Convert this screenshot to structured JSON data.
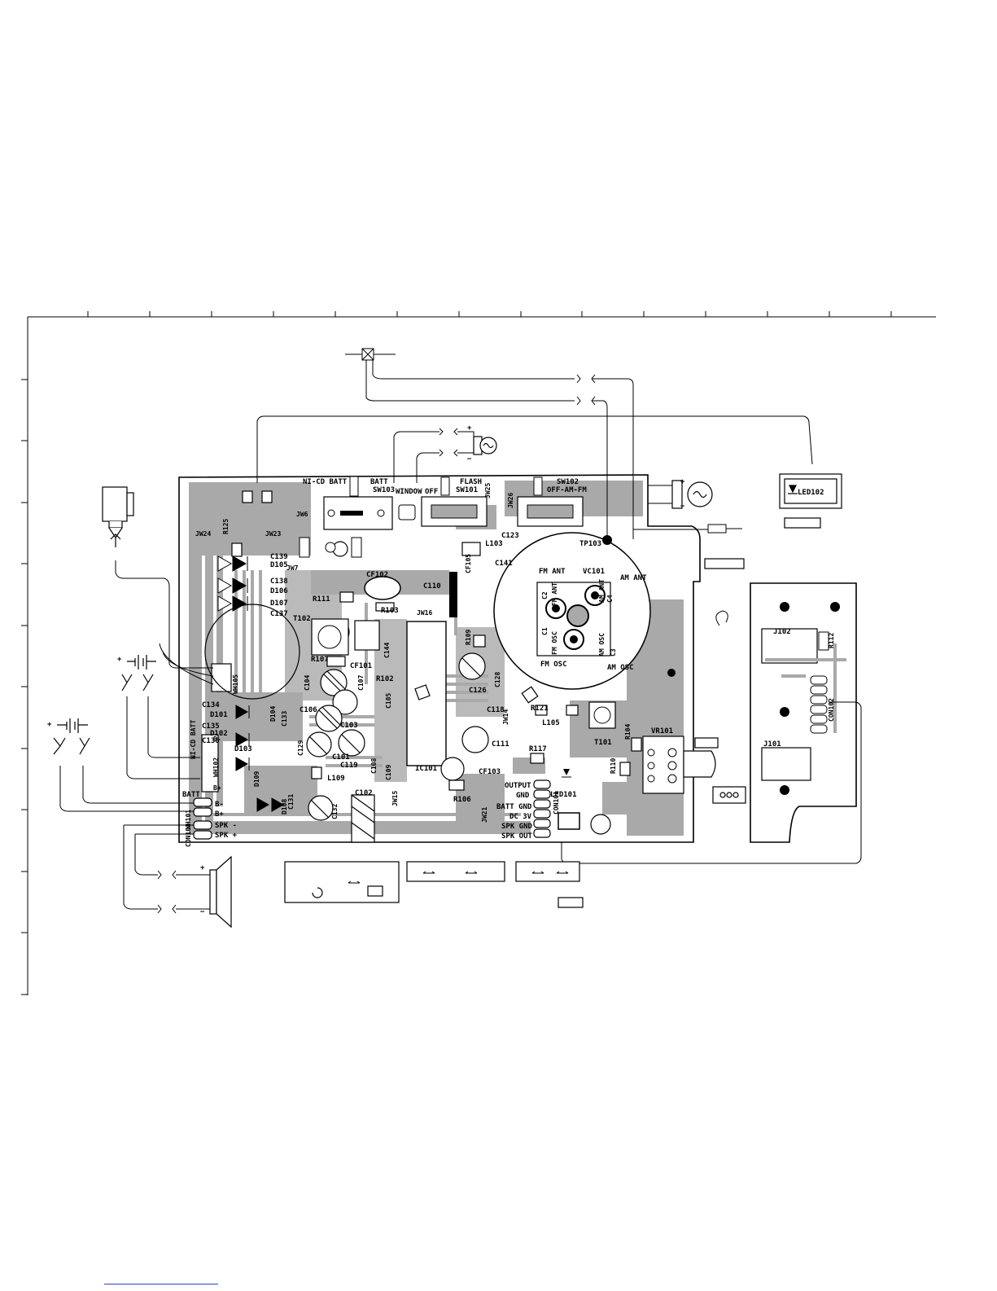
{
  "labels": {
    "ni_cd_batt_top": "NI-CD BATT",
    "batt": "BATT",
    "sw103": "SW103",
    "window": "WINDOW",
    "off": "OFF",
    "flash": "FLASH",
    "sw101": "SW101",
    "sw102": "SW102",
    "off_am_fm": "OFF-AM-FM",
    "jw25": "JW25",
    "jw26": "JW26",
    "jw6": "JW6",
    "jw7": "JW7",
    "jw23": "JW23",
    "jw24": "JW24",
    "jw16": "JW16",
    "jw14": "JW14",
    "jw15": "JW15",
    "jw21": "JW21",
    "r125": "R125",
    "r111": "R111",
    "r103": "R103",
    "r107": "R107",
    "r102": "R102",
    "r109": "R109",
    "r121": "R121",
    "r117": "R117",
    "r106": "R106",
    "r104": "R104",
    "r110": "R110",
    "r112": "R112",
    "c139": "C139",
    "c138": "C138",
    "c137": "C137",
    "c134": "C134",
    "c135": "C135",
    "c136": "C136",
    "c133": "C133",
    "c131": "C131",
    "c132": "C132",
    "c129": "C129",
    "c106": "C106",
    "c104": "C104",
    "c107": "C107",
    "c103": "C103",
    "c101": "C101",
    "c119": "C119",
    "c108": "C108",
    "c109": "C109",
    "c102": "C102",
    "c105": "C105",
    "c144": "C144",
    "c110": "C110",
    "c126": "C126",
    "c128": "C128",
    "c118": "C118",
    "c111": "C111",
    "c123": "C123",
    "c141": "C141",
    "c1": "C1",
    "c2": "C2",
    "c3": "C3",
    "c4": "C4",
    "d105": "D105",
    "d106": "D106",
    "d107": "D107",
    "d101": "D101",
    "d102": "D102",
    "d103": "D103",
    "d104": "D104",
    "d108": "D108",
    "d109": "D109",
    "cf102": "CF102",
    "cf101": "CF101",
    "cf103": "CF103",
    "cf105": "CF105",
    "t102": "T102",
    "t101": "T101",
    "l103": "L103",
    "l105": "L105",
    "l109": "L109",
    "ic101": "IC101",
    "tp103": "TP103",
    "vc101": "VC101",
    "fm_ant": "FM ANT",
    "am_ant": "AM ANT",
    "fm_osc": "FM OSC",
    "am_osc": "AM OSC",
    "wh105": "WH105",
    "wh102": "WH102",
    "wh101": "WH101",
    "con103": "CON103",
    "con101": "CON101",
    "con102": "CON102",
    "ni_cd_batt_side": "NI-CD BATT",
    "b_minus_1": "B-",
    "b_plus_1": "B+",
    "batt_side": "BATT",
    "b_minus_2": "B-",
    "b_plus_2": "B+",
    "spk_minus": "SPK -",
    "spk_plus": "SPK +",
    "output": "OUTPUT",
    "gnd": "GND",
    "batt_gnd": "BATT GND",
    "dc_3v": "DC 3V",
    "spk_gnd": "SPK GND",
    "spk_out": "SPK OUT",
    "led101": "LED101",
    "led102": "LED102",
    "vr101": "VR101",
    "j101": "J101",
    "j102": "J102",
    "plus_sign": "+",
    "minus_sign": "−"
  },
  "colors": {
    "copper": "#a9a9a9",
    "ink": "#000000",
    "paper": "#ffffff",
    "link": "#2a3fd6"
  }
}
